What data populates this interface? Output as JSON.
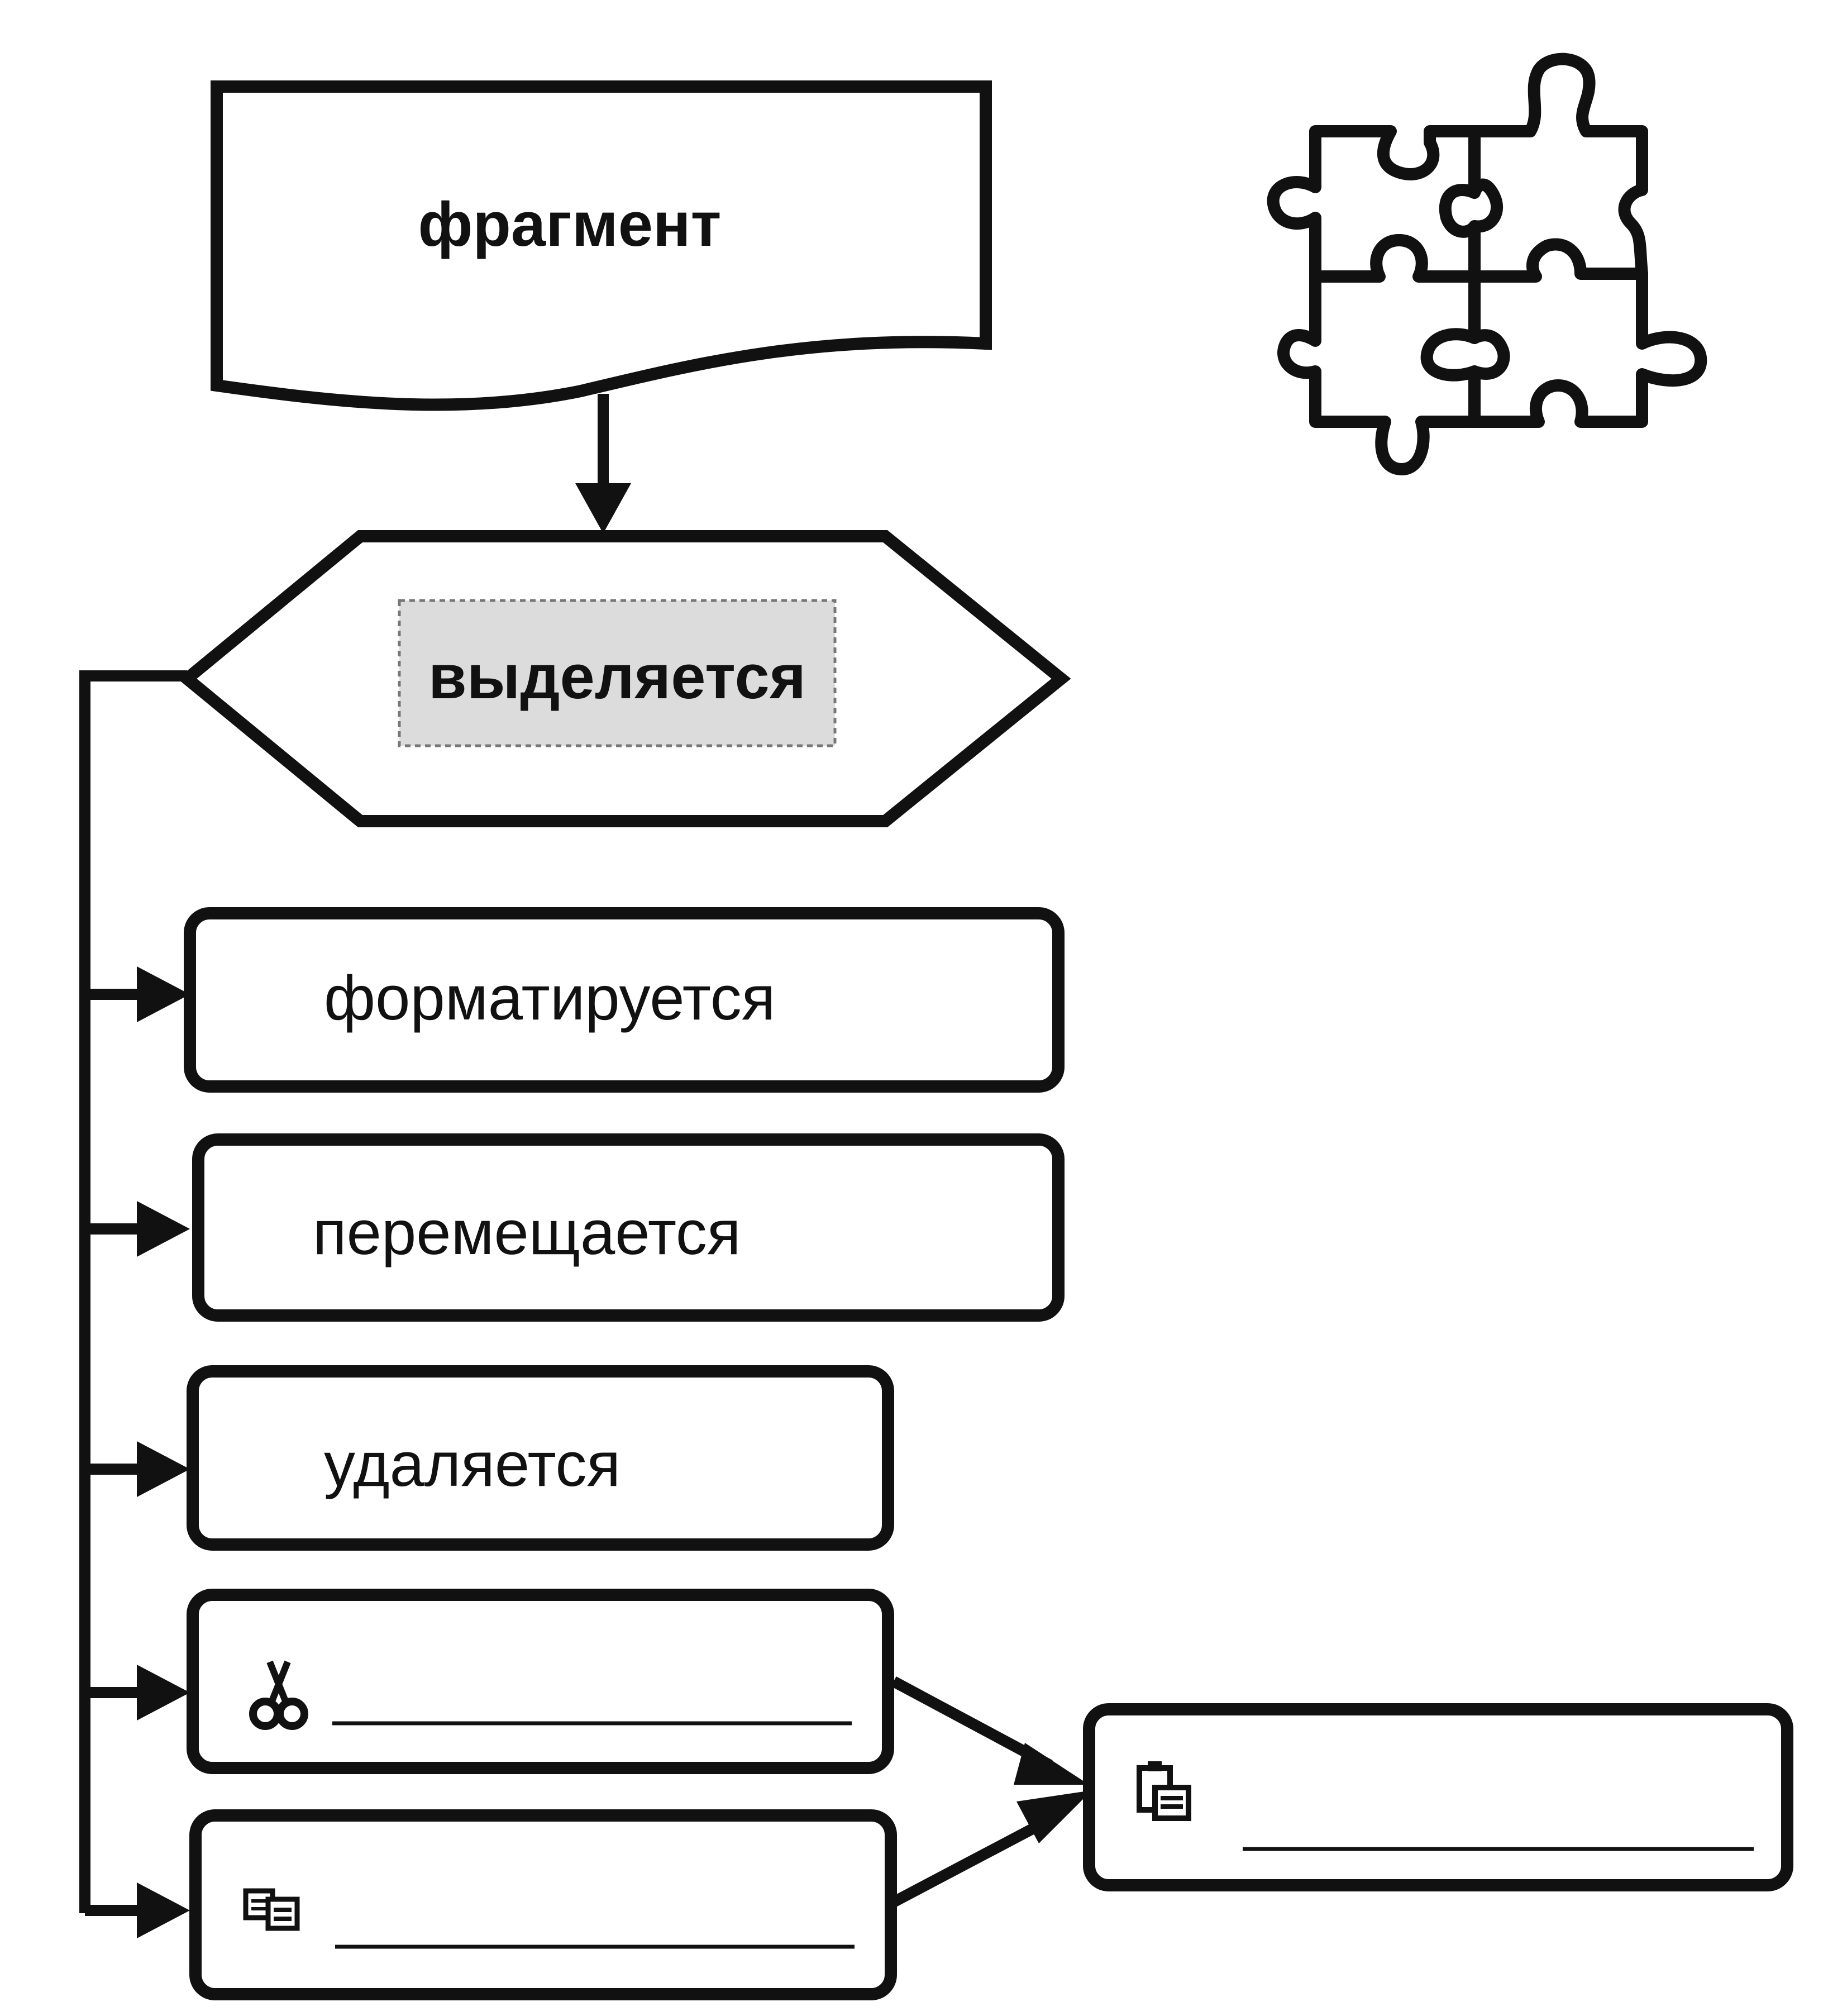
{
  "diagram": {
    "document_node": "фрагмент",
    "decision_node": "выделяется",
    "actions": [
      "форматируется",
      "перемещается",
      "удаляется"
    ],
    "icons": {
      "cut": "scissors-icon",
      "copy": "copy-icon",
      "paste": "paste-icon"
    },
    "decoration": "puzzle-pieces",
    "colors": {
      "stroke": "#111111",
      "background": "#ffffff",
      "highlight": "#d9d9d9"
    }
  }
}
